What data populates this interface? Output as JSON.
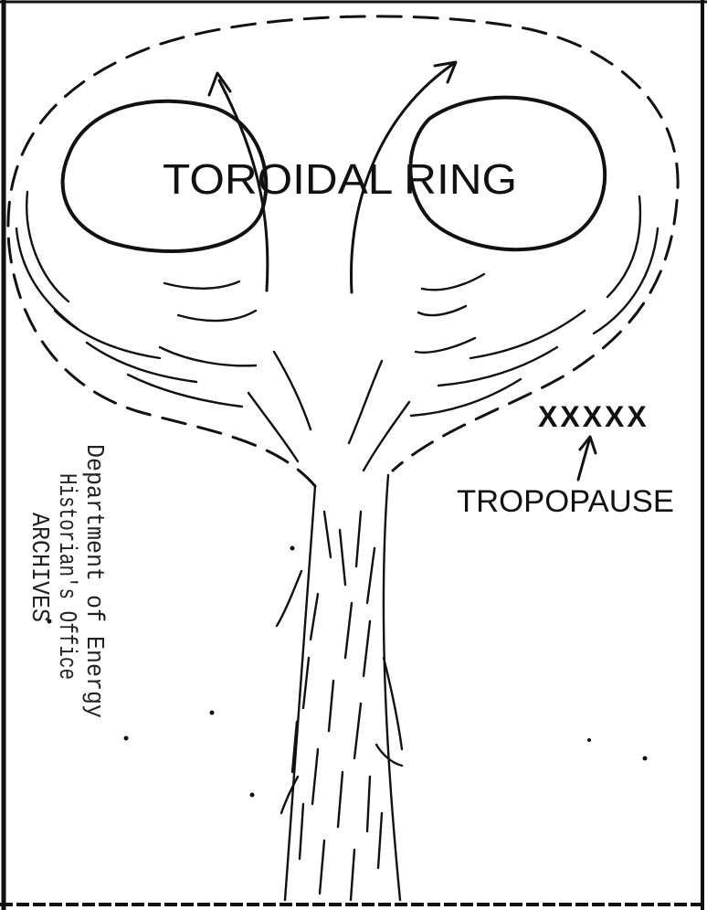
{
  "diagram": {
    "title_label": "TOROIDAL RING",
    "marker": "XXXXX",
    "marker_label": "TROPOPAUSE",
    "archive_stamp": {
      "line1": "Department of Energy",
      "line2": "Historian's Office",
      "line3": "ARCHIVES"
    }
  },
  "colors": {
    "ink": "#111111",
    "paper": "#ffffff"
  }
}
